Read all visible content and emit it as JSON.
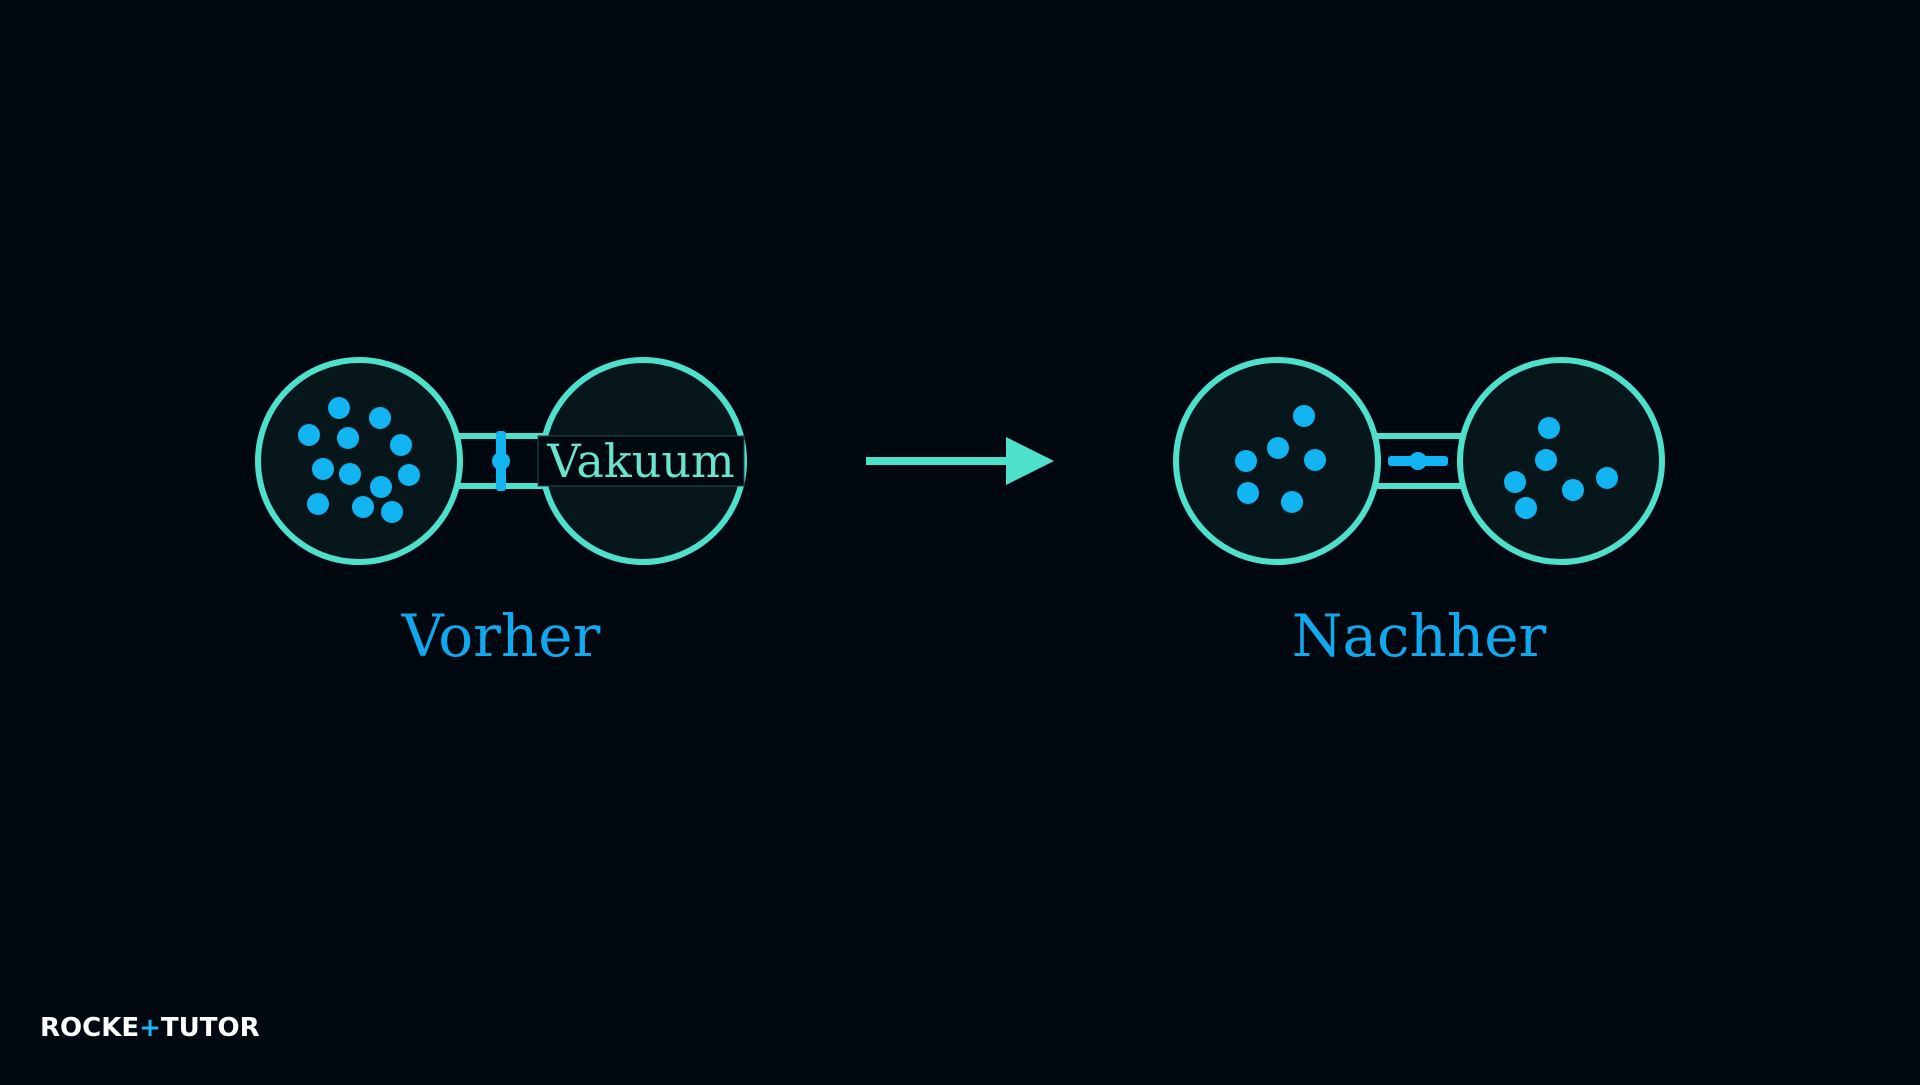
{
  "diagram": {
    "before": {
      "label": "Vorher",
      "vacuum_label": "Vakuum",
      "valve_state": "closed",
      "left_particles": 12,
      "right_particles": 0
    },
    "after": {
      "label": "Nachher",
      "valve_state": "open",
      "left_particles": 6,
      "right_particles": 6
    }
  },
  "logo": {
    "part1": "ROCKE",
    "plus": "+",
    "part2": "TUTO",
    "part3": "R"
  },
  "colors": {
    "background": "#020810",
    "outline": "#4fe0cc",
    "particle": "#12b4f2",
    "label": "#12a8ee",
    "chamber_fill": "#07161b",
    "vacuum_text": "#6ae3cf"
  }
}
